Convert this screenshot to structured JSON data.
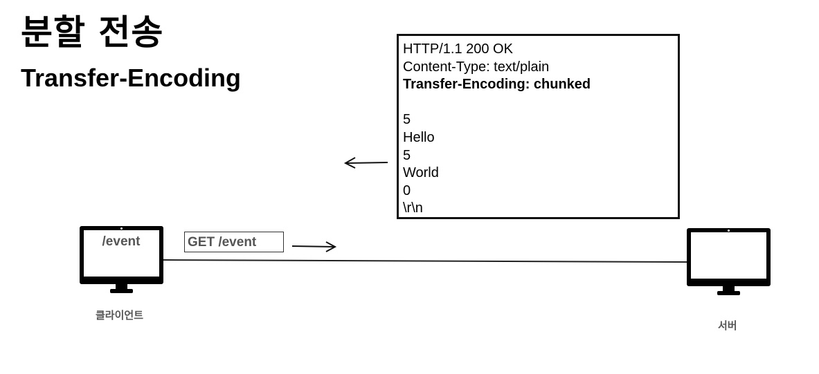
{
  "title": "분할 전송",
  "subtitle": "Transfer-Encoding",
  "response": {
    "lines": [
      "HTTP/1.1 200 OK",
      "Content-Type: text/plain",
      "Transfer-Encoding: chunked",
      "",
      "5",
      "Hello",
      "5",
      "World",
      "0",
      "\\r\\n"
    ]
  },
  "client": {
    "label": "클라이언트",
    "screen_text": "/event"
  },
  "server": {
    "label": "서버"
  },
  "request": {
    "text": "GET /event"
  }
}
